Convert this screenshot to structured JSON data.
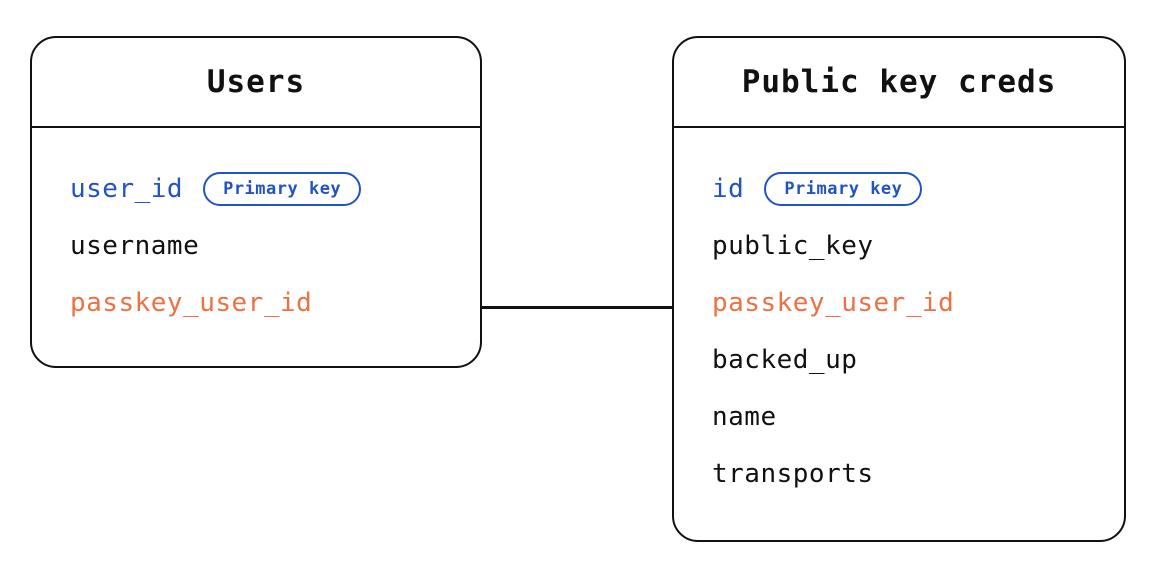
{
  "diagram": {
    "type": "entity-relationship",
    "colors": {
      "primary_key_blue": "#2253c6",
      "foreign_key_orange": "#ed7142",
      "border_black": "#111111",
      "background": "#ffffff"
    },
    "relationship": {
      "from_table": "Users",
      "from_field": "passkey_user_id",
      "to_table": "Public key creds",
      "to_field": "passkey_user_id",
      "style": "straight-line"
    }
  },
  "tables": [
    {
      "title": "Users",
      "fields": [
        {
          "name": "user_id",
          "badge": "Primary key",
          "role": "primary-key"
        },
        {
          "name": "username",
          "role": "plain"
        },
        {
          "name": "passkey_user_id",
          "role": "foreign-key"
        }
      ]
    },
    {
      "title": "Public key creds",
      "fields": [
        {
          "name": "id",
          "badge": "Primary key",
          "role": "primary-key"
        },
        {
          "name": "public_key",
          "role": "plain"
        },
        {
          "name": "passkey_user_id",
          "role": "foreign-key"
        },
        {
          "name": "backed_up",
          "role": "plain"
        },
        {
          "name": "name",
          "role": "plain"
        },
        {
          "name": "transports",
          "role": "plain"
        }
      ]
    }
  ]
}
